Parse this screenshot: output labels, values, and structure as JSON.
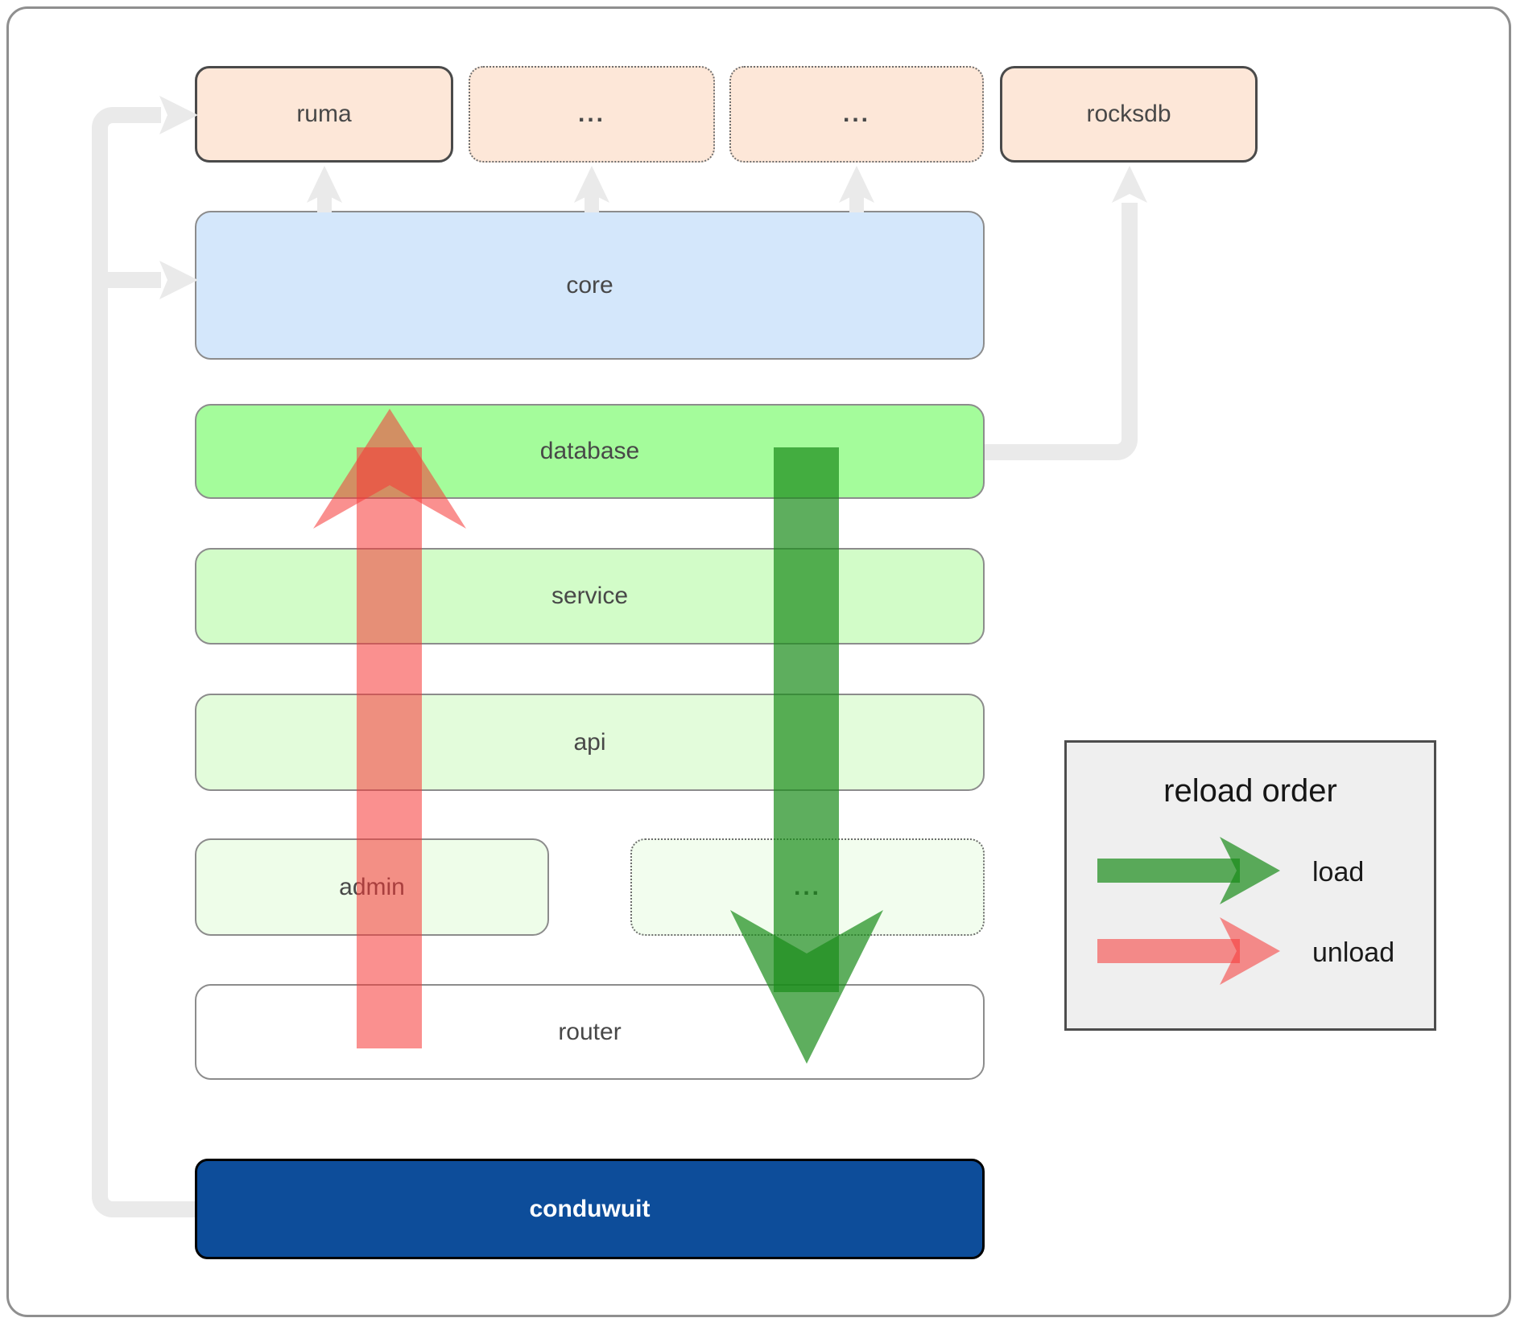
{
  "boxes": {
    "ruma": {
      "label": "ruma"
    },
    "ellipsis_top_1": {
      "label": "..."
    },
    "ellipsis_top_2": {
      "label": "..."
    },
    "rocksdb": {
      "label": "rocksdb"
    },
    "core": {
      "label": "core"
    },
    "database": {
      "label": "database"
    },
    "service": {
      "label": "service"
    },
    "api": {
      "label": "api"
    },
    "admin": {
      "label": "admin"
    },
    "ellipsis_mid": {
      "label": "..."
    },
    "router": {
      "label": "router"
    },
    "conduwuit": {
      "label": "conduwuit"
    }
  },
  "legend": {
    "title": "reload order",
    "items": [
      {
        "label": "load"
      },
      {
        "label": "unload"
      }
    ]
  },
  "colors": {
    "load_green": "#1a8c1a",
    "unload_red": "#f63938",
    "connector_gray": "#eaeaea",
    "peach_fill": "#fde7d8",
    "core_blue": "#d4e7fb",
    "database_green": "#a4fc9b",
    "service_green": "#d2fcc8",
    "api_green": "#e3fcdb",
    "admin_green": "#eefde9",
    "ellipsis_green": "#f2fdee",
    "router_white": "#ffffff",
    "conduwuit_blue": "#0d4d9a",
    "legend_bg": "#efefef"
  }
}
